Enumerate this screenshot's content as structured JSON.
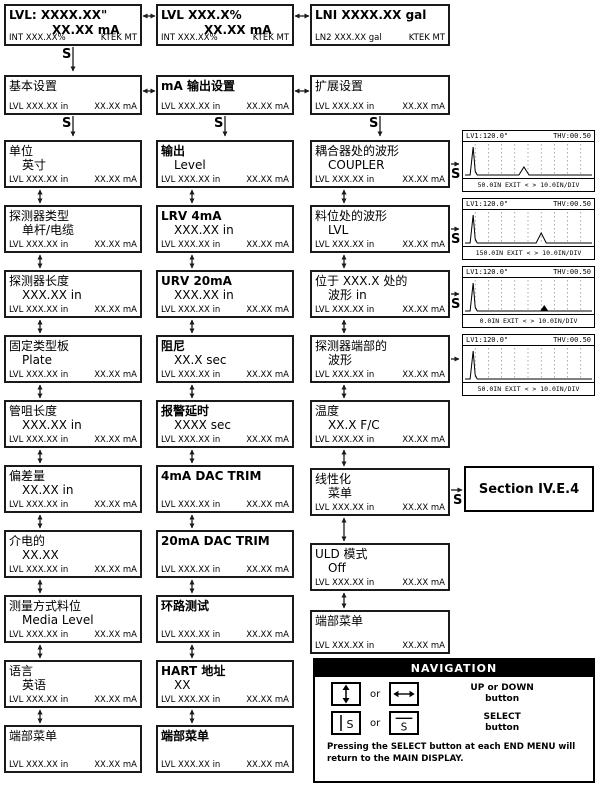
{
  "s_label": "S",
  "top_row": [
    {
      "line1": "LVL: XXXX.XX\"",
      "line2": "XX.XX mA",
      "status_left": "INT XXX.XX%",
      "status_right": "KTEK MT"
    },
    {
      "line1": "LVL XXX.X%",
      "line2": "XX.XX mA",
      "status_left": "INT XXX.XX%",
      "status_right": "KTEK MT"
    },
    {
      "line1": "LNI XXXX.XX gal",
      "line2": "",
      "status_left": "LN2 XXX.XX gal",
      "status_right": "KTEK MT"
    }
  ],
  "settings_row": [
    {
      "title": "基本设置",
      "status_left": "LVL XXX.XX in",
      "status_right": "XX.XX mA"
    },
    {
      "title": "mA 输出设置",
      "status_left": "LVL XXX.XX in",
      "status_right": "XX.XX mA"
    },
    {
      "title": "扩展设置",
      "status_left": "LVL XXX.XX in",
      "status_right": "XX.XX mA"
    }
  ],
  "col1": [
    {
      "title": "单位",
      "value": "英寸",
      "status_left": "LVL XXX.XX in",
      "status_right": "XX.XX mA"
    },
    {
      "title": "探测器类型",
      "value": "单杆/电缆",
      "status_left": "LVL XXX.XX in",
      "status_right": "XX.XX mA"
    },
    {
      "title": "探测器长度",
      "value": "XXX.XX in",
      "status_left": "LVL XXX.XX in",
      "status_right": "XX.XX mA"
    },
    {
      "title": "固定类型板",
      "value": "Plate",
      "status_left": "LVL XXX.XX in",
      "status_right": "XX.XX mA"
    },
    {
      "title": "管咀长度",
      "value": "XXX.XX in",
      "status_left": "LVL XXX.XX in",
      "status_right": "XX.XX mA"
    },
    {
      "title": "偏差量",
      "value": "XX.XX in",
      "status_left": "LVL XXX.XX in",
      "status_right": "XX.XX mA"
    },
    {
      "title": "介电的",
      "value": "XX.XX",
      "status_left": "LVL XXX.XX in",
      "status_right": "XX.XX mA"
    },
    {
      "title": "测量方式料位",
      "value": "Media Level",
      "status_left": "LVL XXX.XX in",
      "status_right": "XX.XX mA"
    },
    {
      "title": "语言",
      "value": "英语",
      "status_left": "LVL XXX.XX in",
      "status_right": "XX.XX mA"
    },
    {
      "title": "端部菜单",
      "value": "",
      "status_left": "LVL XXX.XX in",
      "status_right": "XX.XX mA"
    }
  ],
  "col2": [
    {
      "title": "输出",
      "value": "Level",
      "status_left": "LVL XXX.XX in",
      "status_right": "XX.XX mA"
    },
    {
      "title": "LRV 4mA",
      "value": "XXX.XX in",
      "status_left": "LVL XXX.XX in",
      "status_right": "XX.XX mA"
    },
    {
      "title": "URV 20mA",
      "value": "XXX.XX in",
      "status_left": "LVL XXX.XX in",
      "status_right": "XX.XX mA"
    },
    {
      "title": "阻尼",
      "value": "XX.X sec",
      "status_left": "LVL XXX.XX in",
      "status_right": "XX.XX mA"
    },
    {
      "title": "报警延时",
      "value": "XXXX sec",
      "status_left": "LVL XXX.XX in",
      "status_right": "XX.XX mA"
    },
    {
      "title": "4mA DAC TRIM",
      "value": "",
      "status_left": "LVL XXX.XX in",
      "status_right": "XX.XX mA"
    },
    {
      "title": "20mA DAC TRIM",
      "value": "",
      "status_left": "LVL XXX.XX in",
      "status_right": "XX.XX mA"
    },
    {
      "title": "环路测试",
      "value": "",
      "status_left": "LVL XXX.XX in",
      "status_right": "XX.XX mA"
    },
    {
      "title": "HART 地址",
      "value": "XX",
      "status_left": "LVL XXX.XX in",
      "status_right": "XX.XX mA"
    },
    {
      "title": "端部菜单",
      "value": "",
      "status_left": "LVL XXX.XX in",
      "status_right": "XX.XX mA"
    }
  ],
  "col3": [
    {
      "title": "耦合器处的波形",
      "value": "COUPLER",
      "status_left": "LVL XXX.XX in",
      "status_right": "XX.XX mA"
    },
    {
      "title": "料位处的波形",
      "value": "LVL",
      "status_left": "LVL XXX.XX in",
      "status_right": "XX.XX mA"
    },
    {
      "title": "位于 XXX.X 处的",
      "value": "波形 in",
      "status_left": "LVL XXX.XX in",
      "status_right": "XX.XX mA"
    },
    {
      "title": "探测器端部的",
      "value": "波形",
      "status_left": "LVL XXX.XX in",
      "status_right": "XX.XX mA"
    },
    {
      "title": "温度",
      "value": "XX.X F/C",
      "status_left": "LVL XXX.XX in",
      "status_right": "XX.XX mA"
    },
    {
      "title": "线性化",
      "value": "菜单",
      "status_left": "LVL XXX.XX in",
      "status_right": "XX.XX mA"
    },
    {
      "title": "ULD 模式",
      "value": "Off",
      "status_left": "LVL XXX.XX in",
      "status_right": "XX.XX mA"
    },
    {
      "title": "端部菜单",
      "value": "",
      "status_left": "LVL XXX.XX in",
      "status_right": "XX.XX mA"
    }
  ],
  "waveforms": [
    {
      "header_left": "LV1:120.0\"",
      "header_right": "THV:00.50",
      "footer": "50.0IN EXIT < > 10.0IN/DIV"
    },
    {
      "header_left": "LV1:120.0\"",
      "header_right": "THV:00.50",
      "footer": "150.0IN EXIT < > 10.0IN/DIV"
    },
    {
      "header_left": "LV1:120.0\"",
      "header_right": "THV:00.50",
      "footer": "0.0IN EXIT < > 10.0IN/DIV"
    },
    {
      "header_left": "LV1:120.0\"",
      "header_right": "THV:00.50",
      "footer": "50.0IN EXIT < > 10.0IN/DIV"
    }
  ],
  "section_box": {
    "label": "Section IV.E.4"
  },
  "navigation": {
    "title": "NAVIGATION",
    "or": "or",
    "updown_label_1": "UP or DOWN",
    "updown_label_2": "button",
    "select_label_1": "SELECT",
    "select_label_2": "button",
    "select_letter": "S",
    "note": "Pressing the SELECT button at each END MENU will return to the MAIN DISPLAY."
  }
}
